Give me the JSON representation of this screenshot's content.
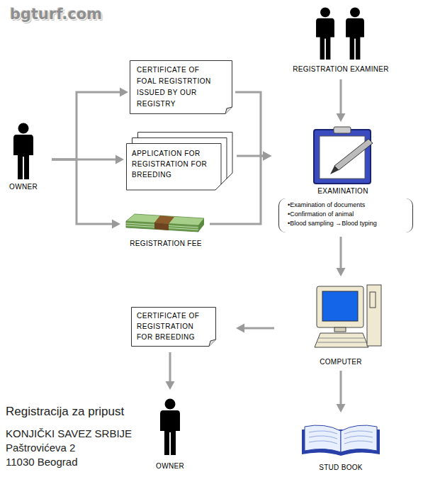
{
  "diagram": {
    "nodes": [
      {
        "text": [
          "OWNER"
        ]
      },
      {
        "text": [
          "CERTIFICATE OF FOAL REGISTRTION ISSUED BY OUR REGISTRY"
        ]
      },
      {
        "text": [
          "APPLICATION FOR REGISTRATION FOR BREEDING"
        ]
      },
      {
        "text": [
          "REGISTRATION FEE"
        ]
      },
      {
        "text": [
          "REGISTRATION EXAMINER"
        ]
      },
      {
        "text": [
          "EXAMINATION",
          "•Examination of documents",
          "•Confirmation of animal",
          "•Blood sampling →Blood typing"
        ]
      },
      {
        "text": [
          "COMPUTER"
        ]
      },
      {
        "text": [
          "CERTIFICATE OF REGISTRATION FOR BREEDING"
        ]
      },
      {
        "text": [
          "OWNER"
        ]
      },
      {
        "text": [
          "STUD BOOK"
        ]
      }
    ],
    "edges": [
      {
        "from": 0,
        "to": 1,
        "arrow": "to"
      },
      {
        "from": 0,
        "to": 2,
        "arrow": "to"
      },
      {
        "from": 0,
        "to": 3,
        "arrow": "to"
      },
      {
        "from": 1,
        "to": 5,
        "arrow": "to"
      },
      {
        "from": 2,
        "to": 5,
        "arrow": "to"
      },
      {
        "from": 3,
        "to": 5,
        "arrow": "to"
      },
      {
        "from": 4,
        "to": 5,
        "arrow": "to"
      },
      {
        "from": 5,
        "to": 6,
        "arrow": "to"
      },
      {
        "from": 6,
        "to": 7,
        "arrow": "to"
      },
      {
        "from": 6,
        "to": 9,
        "arrow": "to"
      },
      {
        "from": 7,
        "to": 8,
        "arrow": "to"
      }
    ],
    "labels": [
      "bgturf.com",
      "Registracija za pripust",
      "KONJIČKI SAVEZ SRBIJE",
      "Paštrovićeva 2",
      "11030 Beograd"
    ]
  }
}
